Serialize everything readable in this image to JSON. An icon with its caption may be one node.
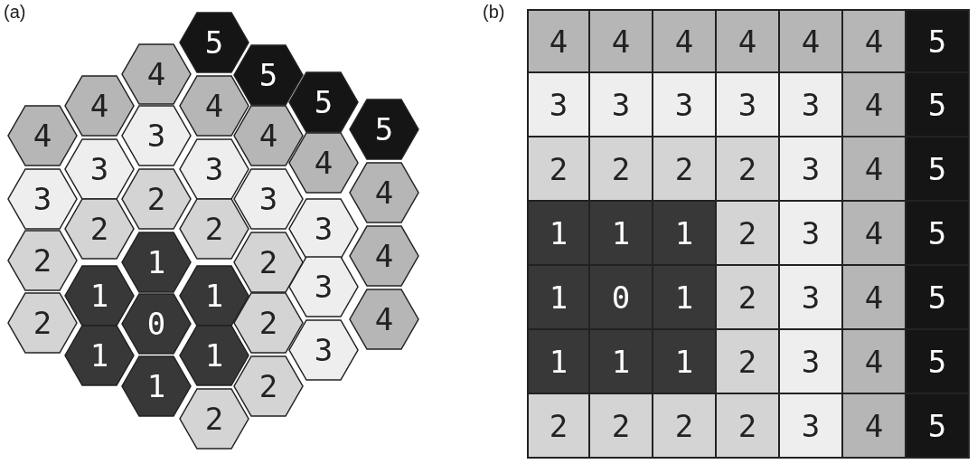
{
  "diagram": {
    "nodes": [
      {
        "text": [
          "5"
        ]
      },
      {
        "text": [
          "4"
        ]
      },
      {
        "text": [
          "5"
        ]
      },
      {
        "text": [
          "5"
        ]
      },
      {
        "text": [
          "4"
        ]
      },
      {
        "text": [
          "4"
        ]
      },
      {
        "text": [
          "5"
        ]
      },
      {
        "text": [
          "4"
        ]
      },
      {
        "text": [
          "3"
        ]
      },
      {
        "text": [
          "4"
        ]
      },
      {
        "text": [
          "4"
        ]
      },
      {
        "text": [
          "3"
        ]
      },
      {
        "text": [
          "3"
        ]
      },
      {
        "text": [
          "4"
        ]
      },
      {
        "text": [
          "3"
        ]
      },
      {
        "text": [
          "2"
        ]
      },
      {
        "text": [
          "3"
        ]
      },
      {
        "text": [
          "2"
        ]
      },
      {
        "text": [
          "2"
        ]
      },
      {
        "text": [
          "3"
        ]
      },
      {
        "text": [
          "4"
        ]
      },
      {
        "text": [
          "2"
        ]
      },
      {
        "text": [
          "1"
        ]
      },
      {
        "text": [
          "2"
        ]
      },
      {
        "text": [
          "3"
        ]
      },
      {
        "text": [
          "1"
        ]
      },
      {
        "text": [
          "1"
        ]
      },
      {
        "text": [
          "4"
        ]
      },
      {
        "text": [
          "2"
        ]
      },
      {
        "text": [
          "0"
        ]
      },
      {
        "text": [
          "2"
        ]
      },
      {
        "text": [
          "3"
        ]
      },
      {
        "text": [
          "1"
        ]
      },
      {
        "text": [
          "1"
        ]
      },
      {
        "text": [
          "1"
        ]
      },
      {
        "text": [
          "2"
        ]
      },
      {
        "text": [
          "2"
        ]
      }
    ],
    "labels": [
      "(a)",
      "(b)",
      "4",
      "4",
      "4",
      "4",
      "4",
      "4",
      "5",
      "3",
      "3",
      "3",
      "3",
      "3",
      "4",
      "5",
      "2",
      "2",
      "2",
      "2",
      "3",
      "4",
      "5",
      "1",
      "1",
      "1",
      "2",
      "3",
      "4",
      "5",
      "1",
      "0",
      "1",
      "2",
      "3",
      "4",
      "5",
      "1",
      "1",
      "1",
      "2",
      "3",
      "4",
      "5",
      "2",
      "2",
      "2",
      "2",
      "3",
      "4",
      "5"
    ]
  }
}
